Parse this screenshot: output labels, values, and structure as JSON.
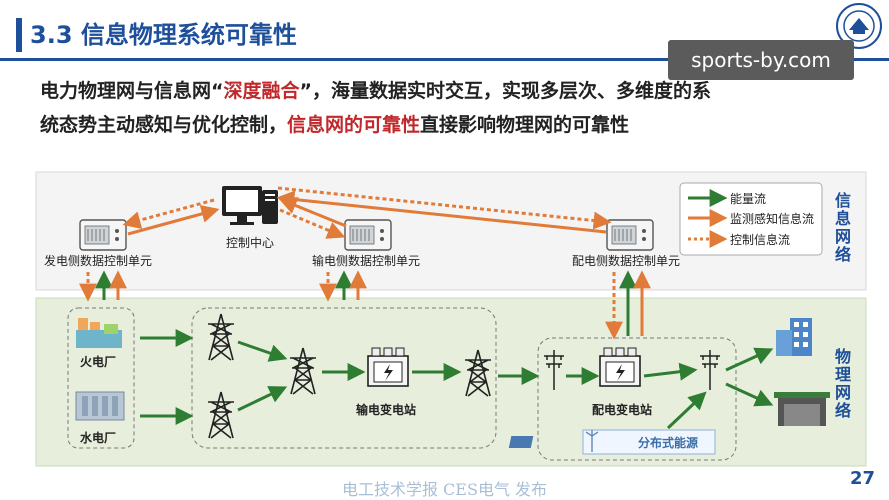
{
  "header": {
    "title": "3.3 信息物理系统可靠性",
    "watermark": "sports-by.com"
  },
  "intro": {
    "line1_a": "电力物理网与信息网“",
    "line1_em": "深度融合",
    "line1_b": "”，海量数据实时交互，实现多层次、多维度的系",
    "line2_a": "统态势主动感知与优化控制，",
    "line2_em": "信息网的可靠性",
    "line2_b": "直接影响物理网的可靠性"
  },
  "diagram": {
    "info_layer": {
      "label": [
        "信",
        "息",
        "网",
        "络"
      ]
    },
    "physical_layer": {
      "label": [
        "物",
        "理",
        "网",
        "络"
      ]
    },
    "nodes": {
      "control_center": "控制中心",
      "gen_unit": "发电侧数据控制单元",
      "trans_unit": "输电侧数据控制单元",
      "dist_unit": "配电侧数据控制单元",
      "thermal_plant": "火电厂",
      "hydro_plant": "水电厂",
      "trans_substation": "输电变电站",
      "dist_substation": "配电变电站",
      "distributed_energy": "分布式能源"
    },
    "legend": {
      "energy_flow": "能量流",
      "monitor_flow": "监测感知信息流",
      "control_flow": "控制信息流"
    },
    "colors": {
      "energy": "#2e7d32",
      "monitor": "#e07b39",
      "control": "#e07b39",
      "physical_bg": "#e7efdc",
      "info_bg": "#f4f4f4",
      "layer_label": "#1d4f9a"
    }
  },
  "footer": {
    "publisher": "电工技术学报 CES电气 发布",
    "page": "27"
  }
}
